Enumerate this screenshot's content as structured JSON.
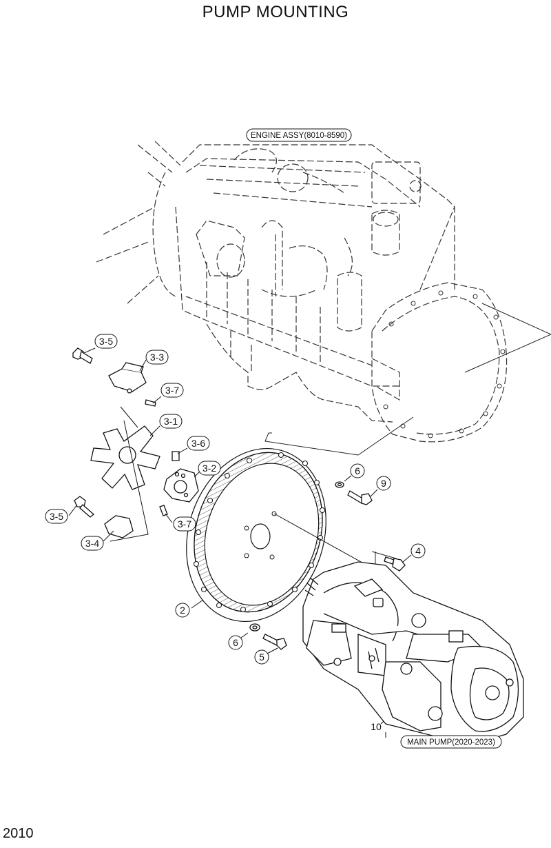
{
  "title": "PUMP MOUNTING",
  "page_number": "2010",
  "assembly_labels": {
    "engine": "ENGINE ASSY(8010-8590)",
    "main_pump": "MAIN PUMP(2020-2023)"
  },
  "callouts": {
    "c3_5_top": "3-5",
    "c3_3": "3-3",
    "c3_7_top": "3-7",
    "c3_1": "3-1",
    "c3_6": "3-6",
    "c3_2": "3-2",
    "c3_5_bottom": "3-5",
    "c3_7_bottom": "3-7",
    "c3_4": "3-4",
    "c6_top": "6",
    "c9": "9",
    "c4": "4",
    "c2": "2",
    "c6_bottom": "6",
    "c5": "5",
    "c10": "10"
  }
}
